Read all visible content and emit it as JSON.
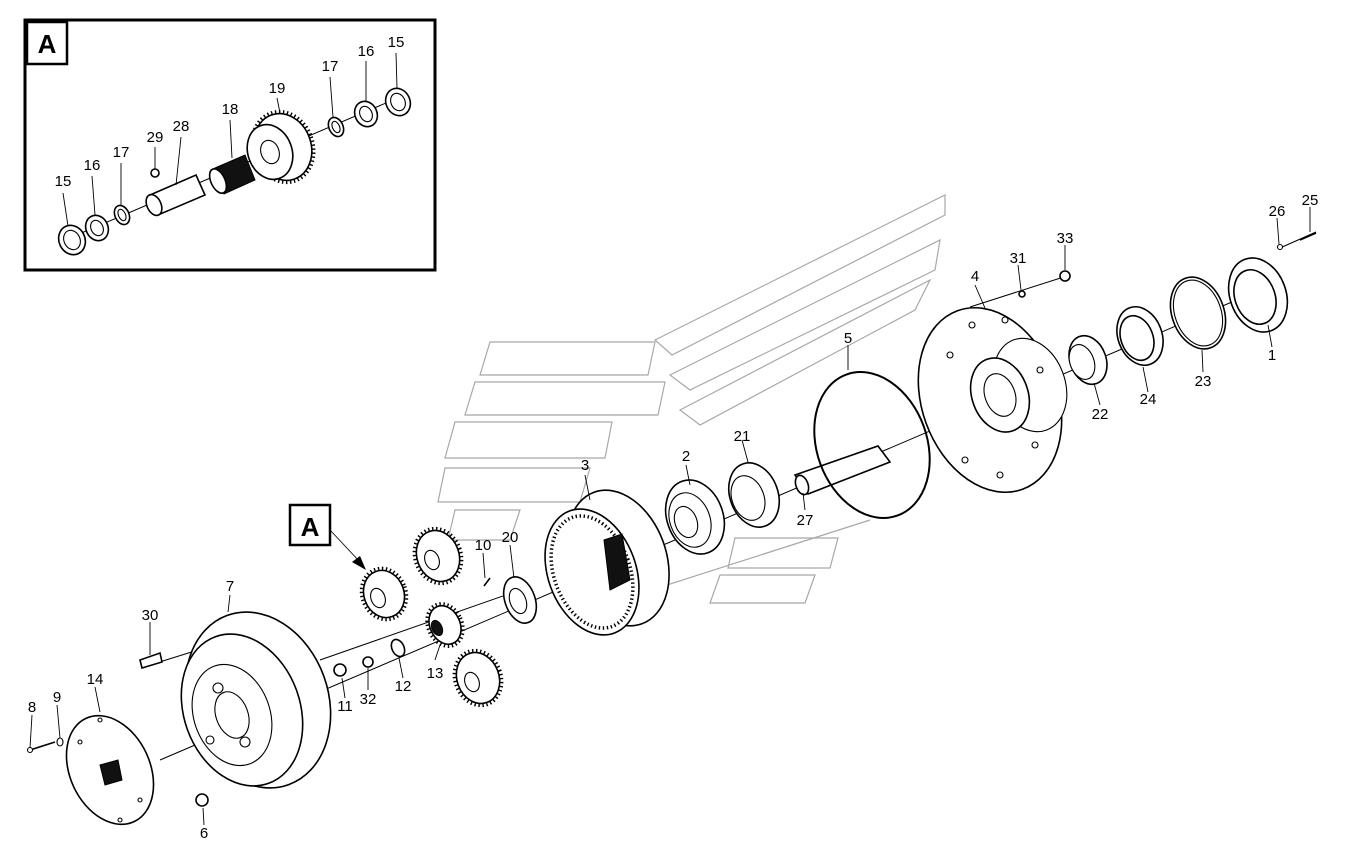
{
  "inset": {
    "callout": "A",
    "labels": [
      "15",
      "16",
      "17",
      "29",
      "28",
      "18",
      "19",
      "17",
      "16",
      "15"
    ]
  },
  "main": {
    "callout": "A",
    "labels": [
      "1",
      "2",
      "3",
      "4",
      "5",
      "6",
      "7",
      "8",
      "9",
      "10",
      "11",
      "12",
      "13",
      "14",
      "20",
      "21",
      "22",
      "23",
      "24",
      "25",
      "26",
      "27",
      "30",
      "31",
      "32",
      "33"
    ]
  }
}
